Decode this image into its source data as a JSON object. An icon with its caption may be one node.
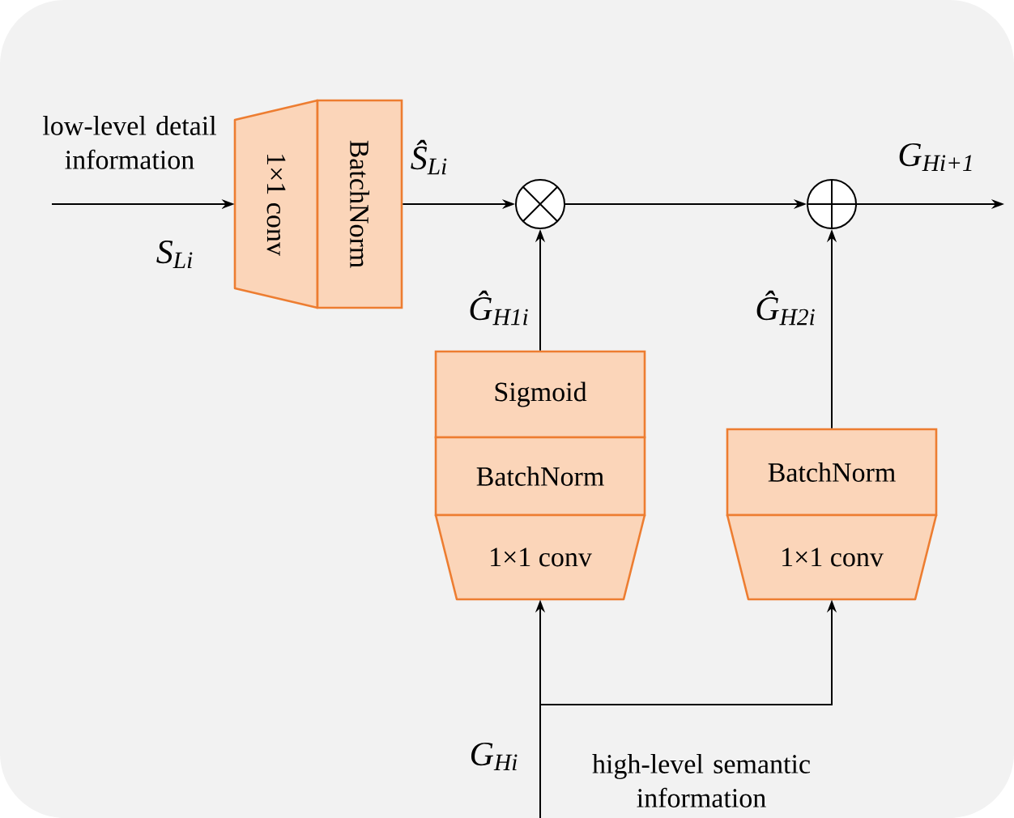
{
  "diagram": {
    "nodes": [
      {
        "text": [
          "1×1 conv"
        ]
      },
      {
        "text": [
          "BatchNorm"
        ]
      },
      {
        "text": [],
        "shape": "circle"
      },
      {
        "text": [],
        "shape": "circle"
      },
      {
        "text": [
          "Sigmoid"
        ]
      },
      {
        "text": [
          "BatchNorm"
        ]
      },
      {
        "text": [
          "1×1 conv"
        ]
      },
      {
        "text": [
          "BatchNorm"
        ]
      },
      {
        "text": [
          "1×1 conv"
        ]
      }
    ],
    "edges": [
      {
        "from": null,
        "to": 0,
        "arrow": "to"
      },
      {
        "from": 1,
        "to": 2,
        "arrow": "to",
        "label": "Ŝ$_{Li}$"
      },
      {
        "from": 2,
        "to": 3,
        "arrow": "to"
      },
      {
        "from": 3,
        "to": null,
        "arrow": "to",
        "label": "G$_{Hi+1}$"
      },
      {
        "from": 4,
        "to": 2,
        "arrow": "to",
        "label": "Ĝ$_{H1i}$"
      },
      {
        "from": 7,
        "to": 3,
        "arrow": "to",
        "label": "Ĝ$_{H2i}$"
      },
      {
        "from": null,
        "to": 6,
        "arrow": "to"
      },
      {
        "from": null,
        "to": 8,
        "arrow": "to"
      }
    ],
    "labels": [
      "low-level detail information",
      "S$_{Li}$",
      "G$_{Hi}$",
      "high-level semantic information"
    ]
  }
}
